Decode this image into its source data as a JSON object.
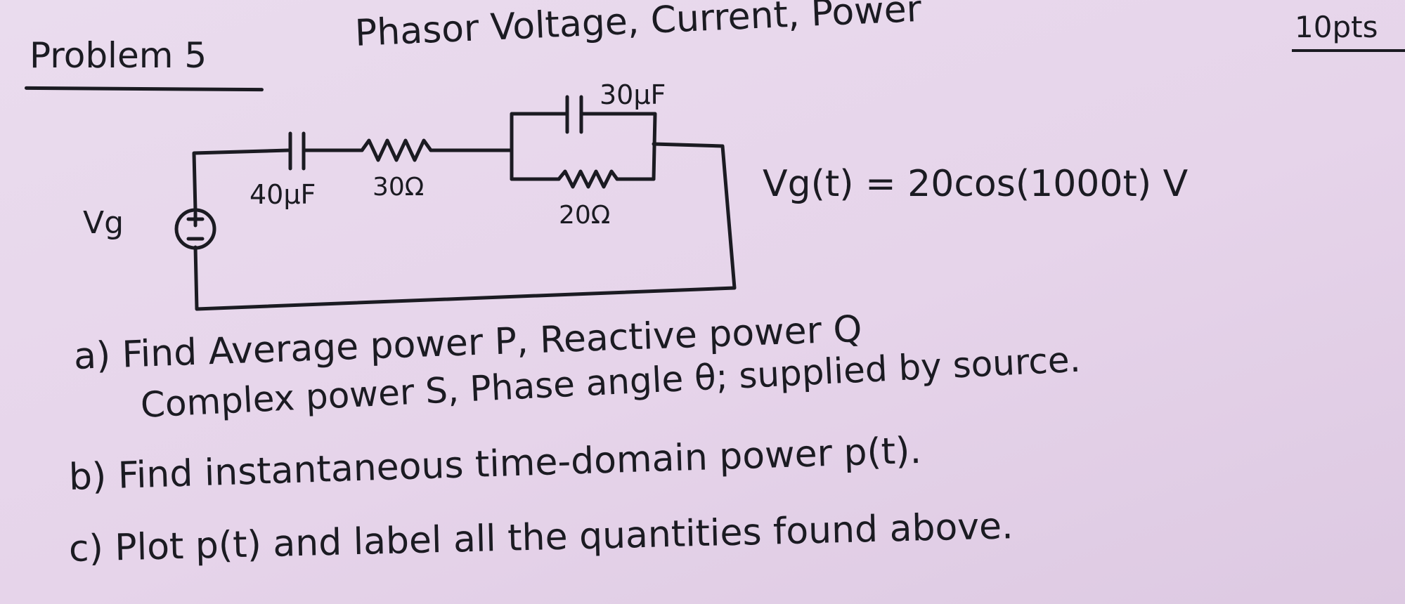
{
  "header": {
    "problem": "Problem 5",
    "title": "Phasor Voltage, Current, Power",
    "points": "10pts"
  },
  "circuit": {
    "source_label": "Vg",
    "source_plus": "+",
    "source_minus": "−",
    "c1_label": "40μF",
    "r1_label": "30Ω",
    "c2_label": "30μF",
    "r2_label": "20Ω"
  },
  "equation": "Vg(t) = 20cos(1000t)  V",
  "questions": {
    "a_line1": "a) Find Average power P, Reactive power Q",
    "a_line2": "Complex power S, Phase angle θ; supplied by source.",
    "b": "b) Find instantaneous time-domain power p(t).",
    "c": "c) Plot p(t) and label all the quantities found above."
  },
  "colors": {
    "paper": "#e9d9ec",
    "ink": "#1b1b22"
  }
}
